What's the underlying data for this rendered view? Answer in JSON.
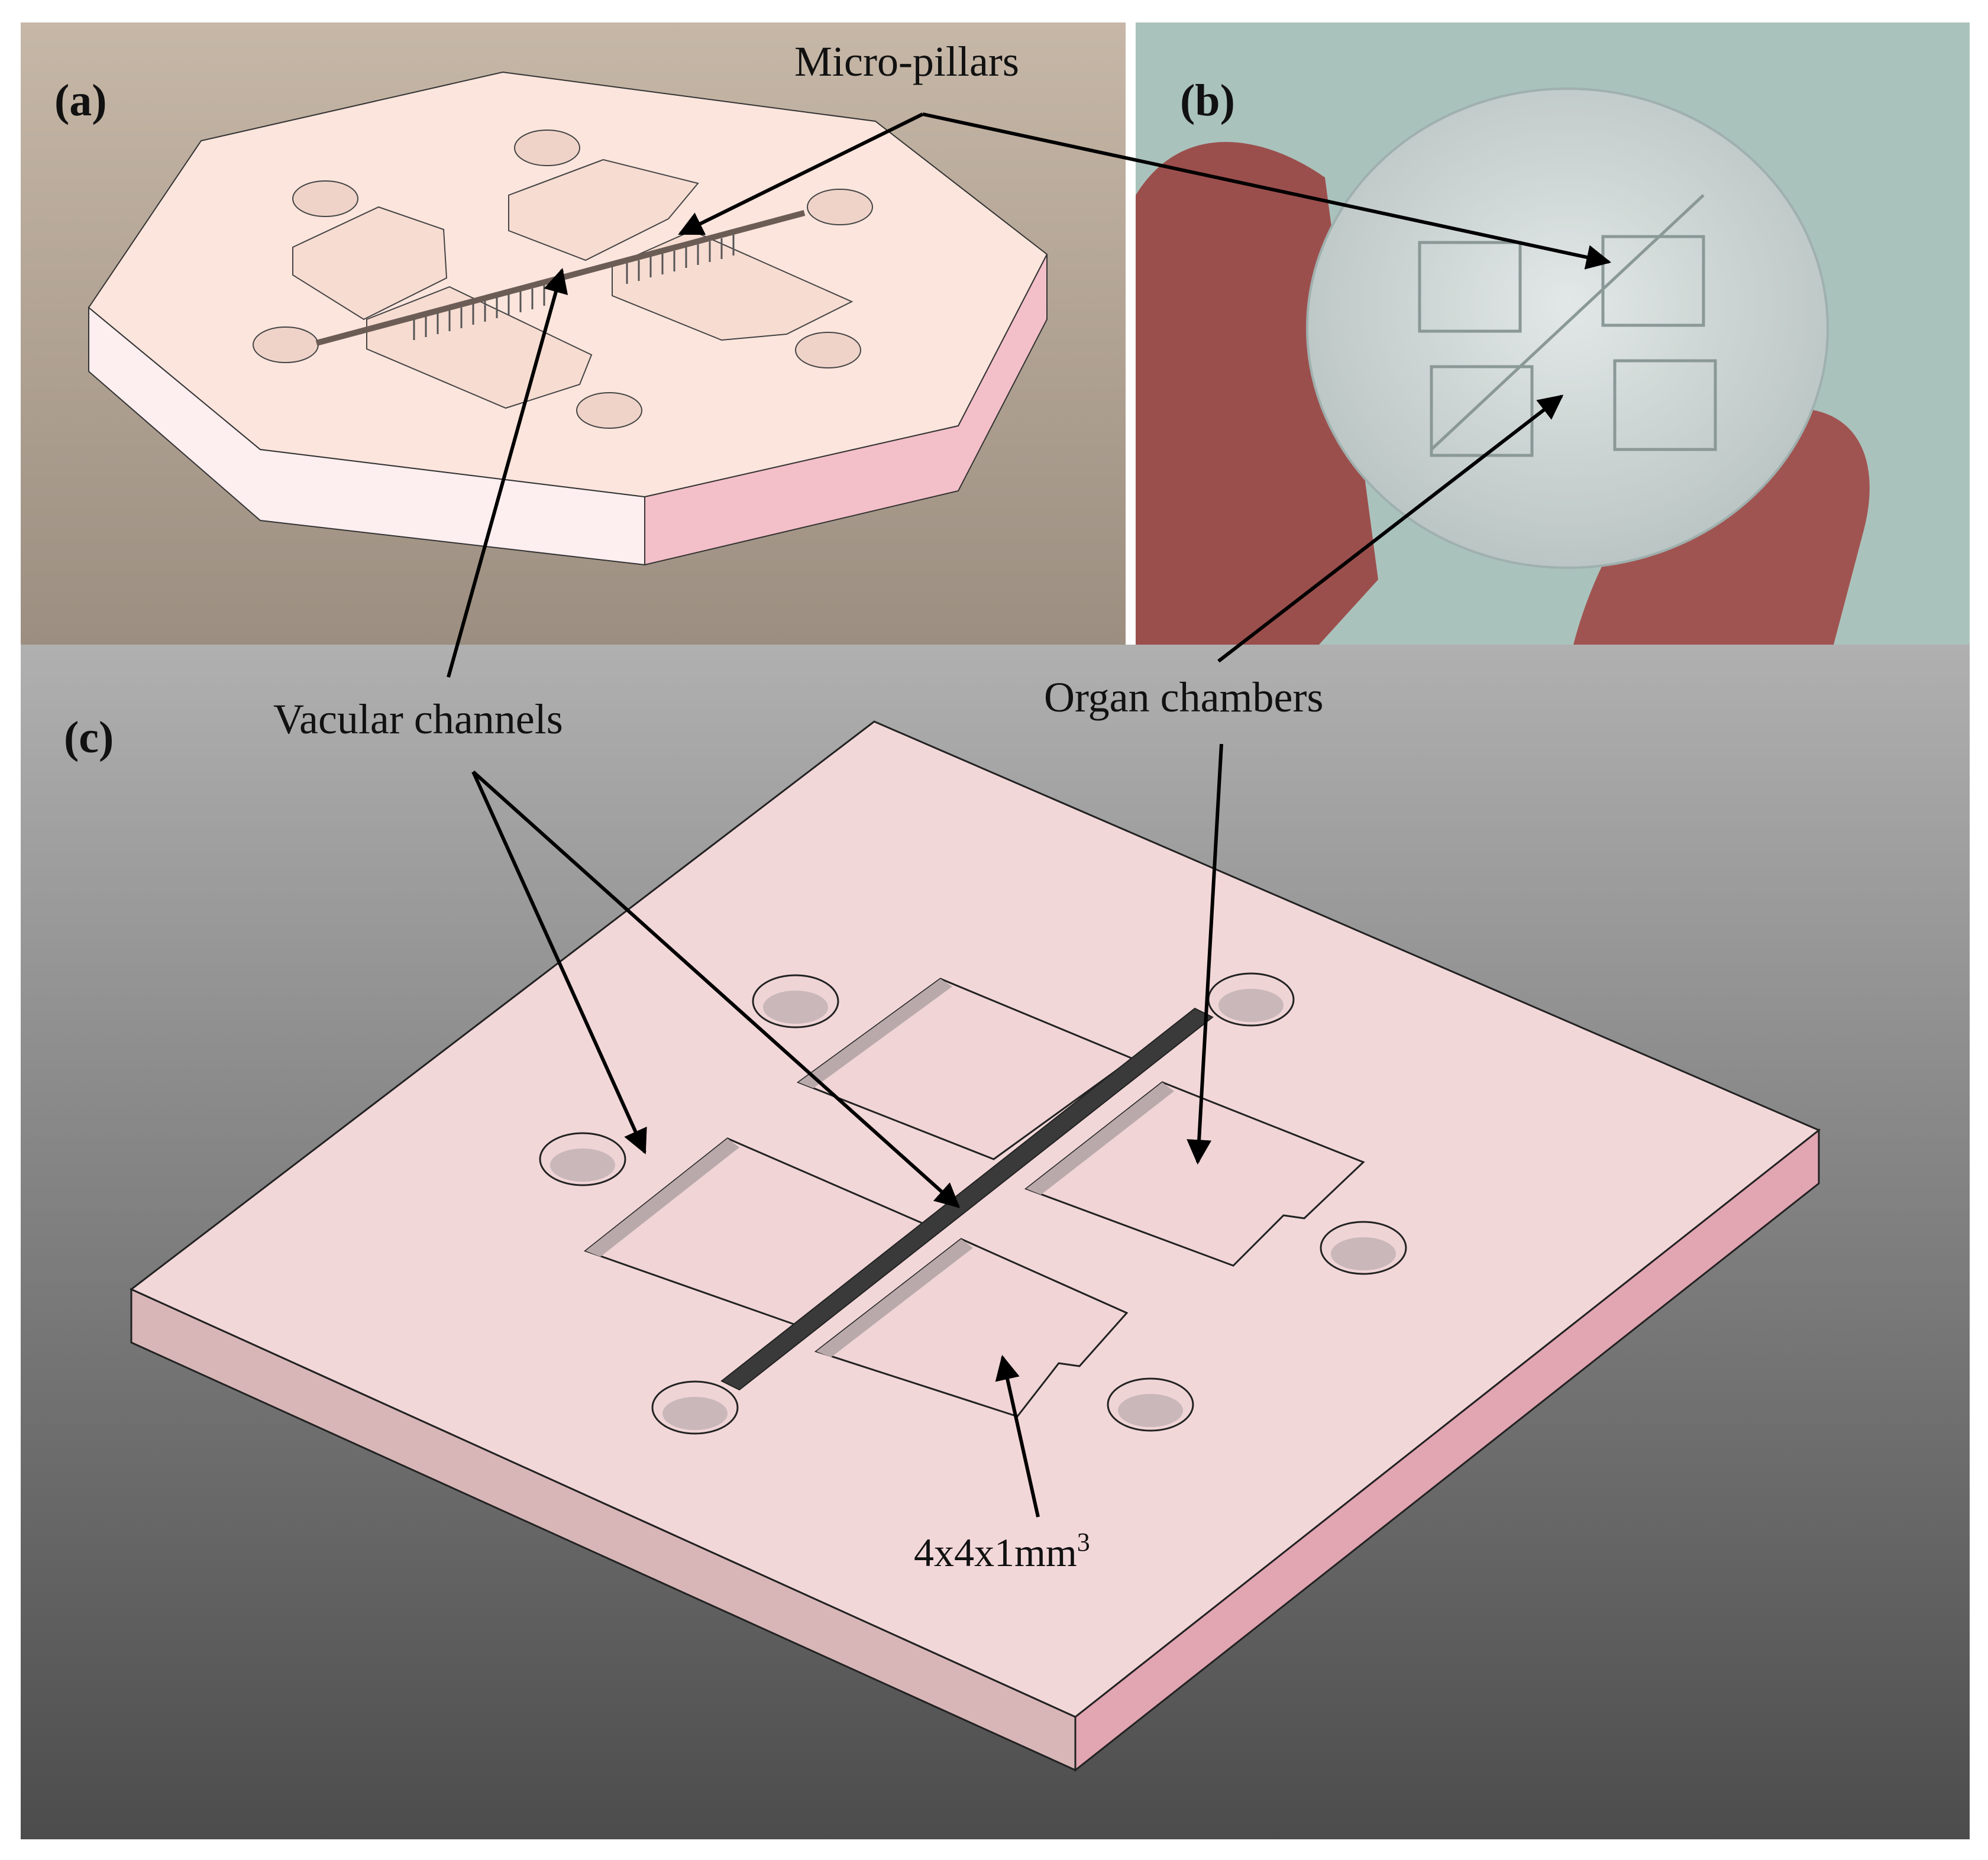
{
  "panels": {
    "a": {
      "label": "(a)"
    },
    "b": {
      "label": "(b)"
    },
    "c": {
      "label": "(c)"
    }
  },
  "annotations": {
    "micro_pillars": "Micro-pillars",
    "vascular_channels": "Vacular channels",
    "organ_chambers": "Organ chambers",
    "chamber_size": "4x4x1mm",
    "chamber_size_sup": "3"
  },
  "colors": {
    "panel_a_bg_top": "#c4b4a4",
    "panel_a_bg_bottom": "#9d8f82",
    "chip_top": "#fbe4dc",
    "chip_side_light": "#fdeef0",
    "chip_side_pink": "#f0b5c0",
    "panel_b_bg": "#a9c1bb",
    "finger": "#9a4e4d",
    "disc": "#d2dad9",
    "panel_c_bg_top": "#ababab",
    "panel_c_bg_bottom": "#4f4f4f",
    "plate_top": "#f2d6d9",
    "plate_front": "#d9b5b8",
    "plate_right": "#e3a6b3",
    "channel_dark": "#3a3a3a",
    "arrow": "#000000"
  }
}
